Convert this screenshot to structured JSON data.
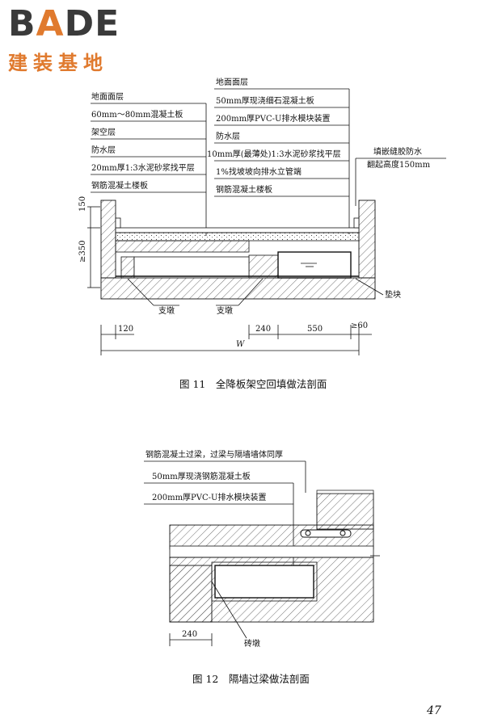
{
  "logo": {
    "brand_prefix": "B",
    "brand_accent": "A",
    "brand_suffix": "DE",
    "subtitle": "建装基地",
    "accent_color": "#e07a2e"
  },
  "figure11": {
    "left_labels": [
      "地面面层",
      "60mm～80mm混凝土板",
      "架空层",
      "防水层",
      "20mm厚1:3水泥砂浆找平层",
      "钢筋混凝土楼板"
    ],
    "right_labels": [
      "地面面层",
      "50mm厚现浇细石混凝土板",
      "200mm厚PVC-U排水模块装置",
      "防水层",
      "10mm厚(最薄处)1:3水泥砂浆找平层",
      "1%找坡坡向排水立管端",
      "钢筋混凝土楼板"
    ],
    "side_note": [
      "填嵌缝胶防水",
      "翻起高度150mm"
    ],
    "callouts": {
      "pier_left": "支墩",
      "pier_right": "支墩",
      "pad": "垫块"
    },
    "dims": {
      "h150": "150",
      "h350": "≥350",
      "d120": "120",
      "d240": "240",
      "d550": "550",
      "d60": "≥60",
      "w": "W"
    },
    "caption": "图 11　全降板架空回填做法剖面"
  },
  "figure12": {
    "labels": [
      "钢筋混凝土过梁，过梁与隔墙墙体同厚",
      "50mm厚现浇钢筋混凝土板",
      "200mm厚PVC-U排水模块装置"
    ],
    "callouts": {
      "brick_pier": "砖墩"
    },
    "dims": {
      "d240": "240"
    },
    "caption": "图 12　隔墙过梁做法剖面"
  },
  "page_number": "47"
}
